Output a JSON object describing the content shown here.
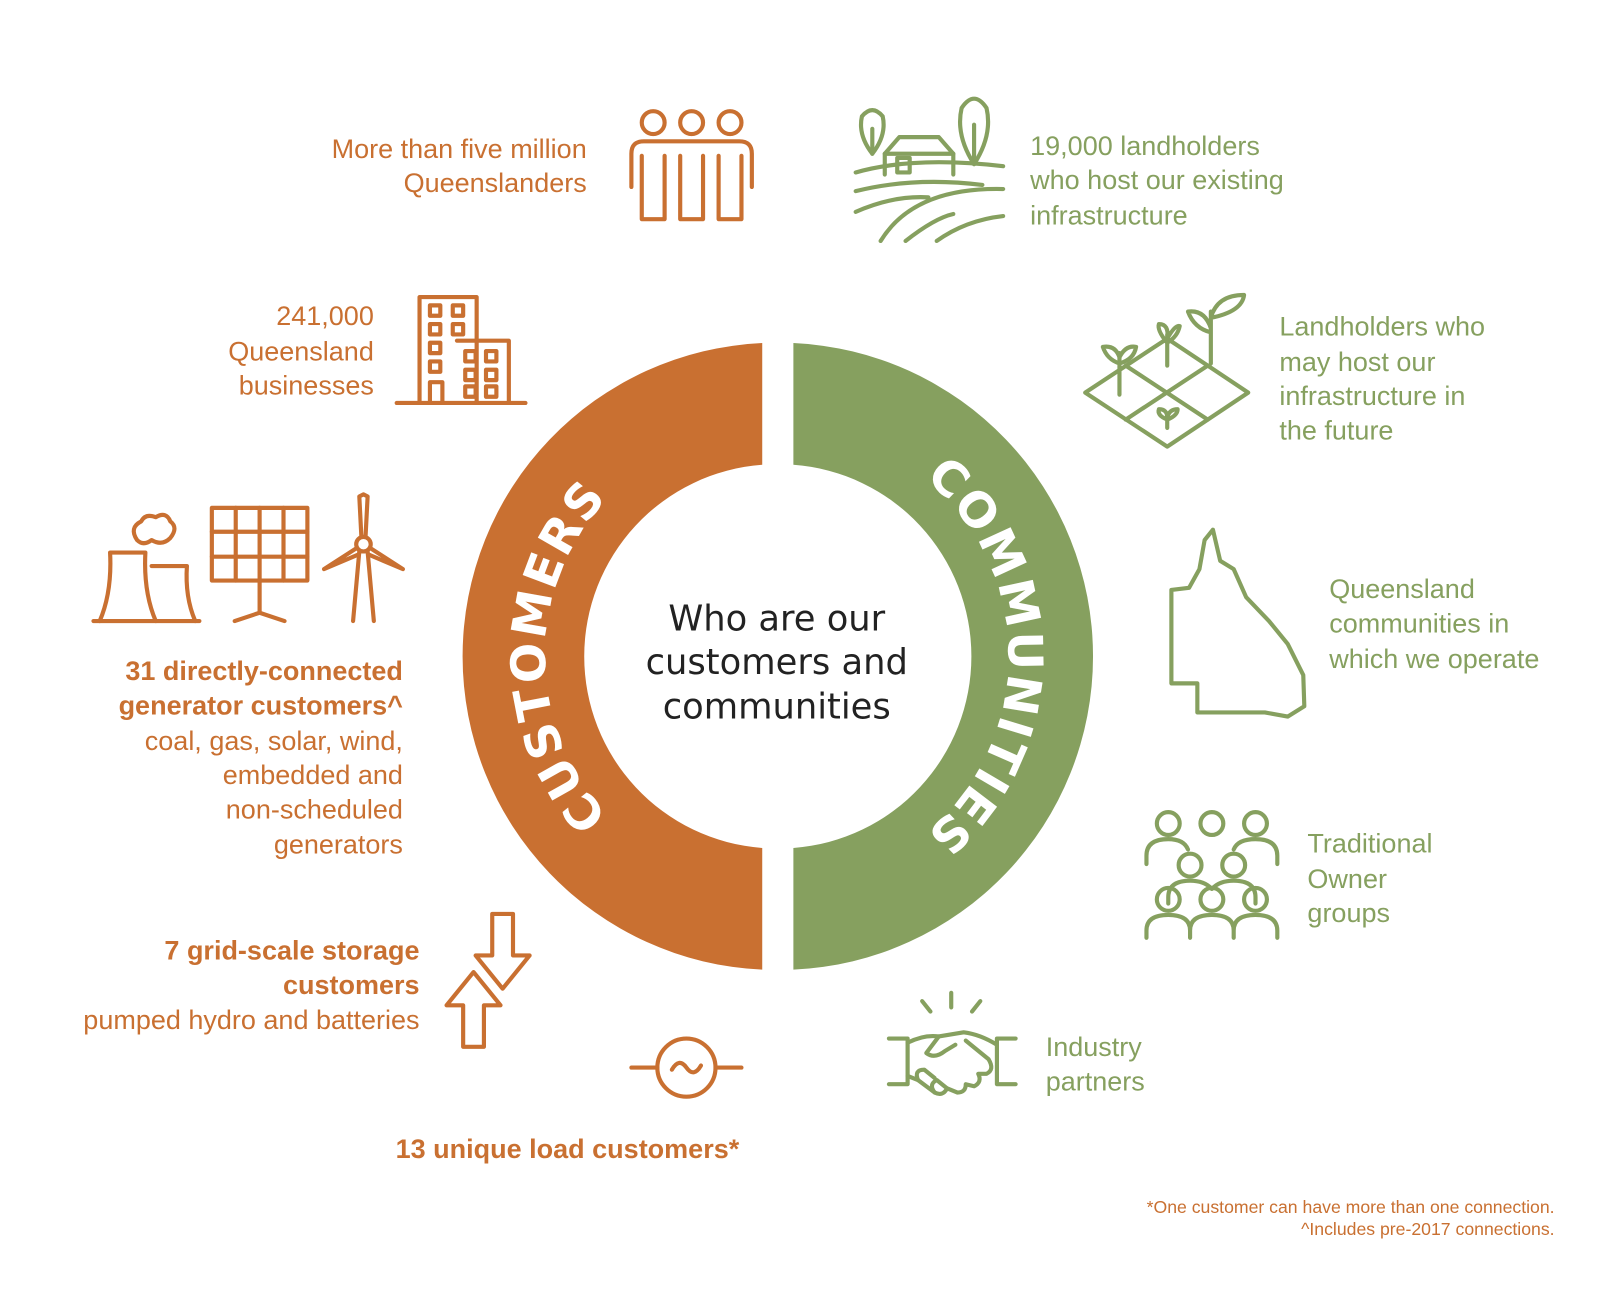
{
  "colors": {
    "customers": "#C97031",
    "communities": "#86A05F",
    "center_text": "#222222"
  },
  "center": {
    "lines": [
      "Who are our",
      "customers and",
      "communities"
    ]
  },
  "ring": {
    "customers_label": "CUSTOMERS",
    "communities_label": "COMMUNITIES"
  },
  "customers": {
    "queenslanders": {
      "icon": "people-icon",
      "lines": [
        "More than five million",
        "Queenslanders"
      ]
    },
    "businesses": {
      "icon": "building-icon",
      "lines": [
        "241,000",
        "Queensland",
        "businesses"
      ]
    },
    "generators": {
      "icon": "power-station-solar-wind-icon",
      "lines": [
        "31 directly-connected",
        "generator customers^"
      ],
      "detail": [
        "coal, gas, solar, wind,",
        "embedded and",
        "non-scheduled",
        "generators"
      ]
    },
    "storage": {
      "icon": "up-down-arrows-icon",
      "lines": [
        "7 grid-scale storage",
        "customers"
      ],
      "detail": [
        "pumped hydro and batteries"
      ]
    },
    "load": {
      "icon": "ac-load-icon",
      "lines": [
        "13 unique load customers*"
      ]
    }
  },
  "communities": {
    "landholders": {
      "icon": "farm-icon",
      "lines": [
        "19,000 landholders",
        "who host our existing",
        "infrastructure"
      ]
    },
    "future_landholders": {
      "icon": "land-plots-icon",
      "lines": [
        "Landholders who",
        "may host our",
        "infrastructure in",
        "the future"
      ]
    },
    "qld_communities": {
      "icon": "queensland-map-icon",
      "lines": [
        "Queensland",
        "communities in",
        "which we operate"
      ]
    },
    "traditional_owners": {
      "icon": "group-people-icon",
      "lines": [
        "Traditional",
        "Owner",
        "groups"
      ]
    },
    "industry": {
      "icon": "handshake-icon",
      "lines": [
        "Industry",
        "partners"
      ]
    }
  },
  "footnotes": [
    "*One customer can have more than one connection.",
    "^Includes pre-2017 connections."
  ]
}
